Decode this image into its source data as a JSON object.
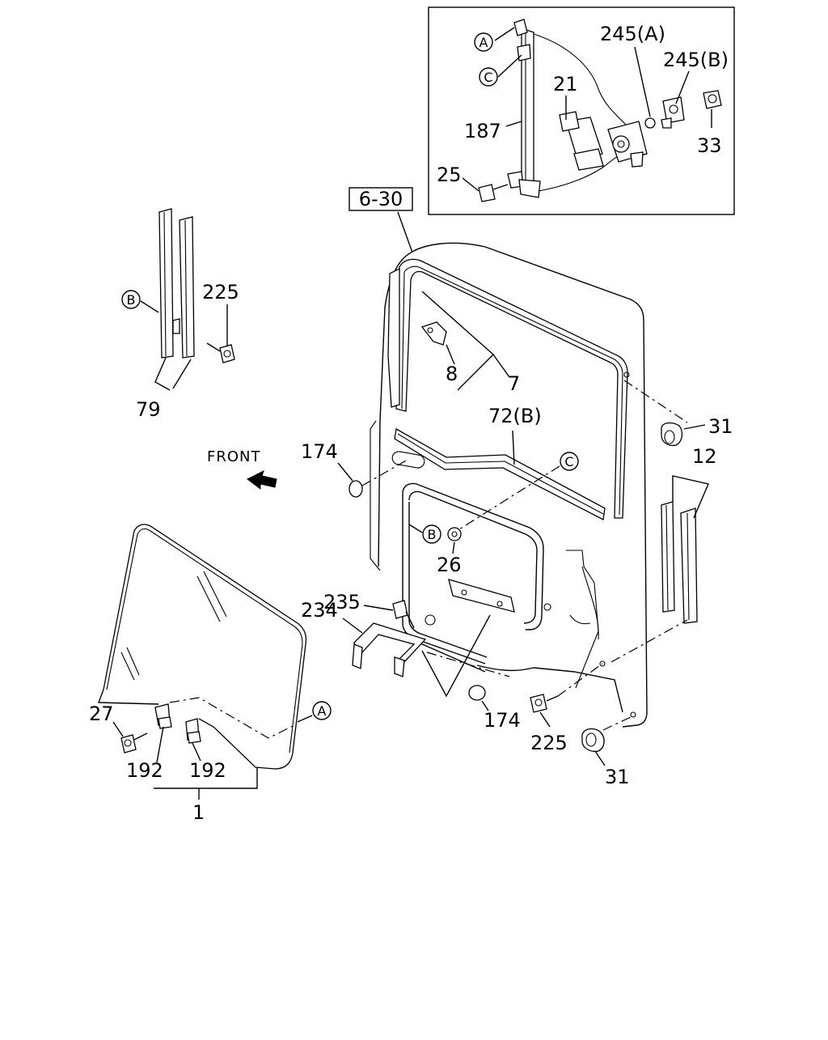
{
  "diagram": {
    "reference_box": "6-30",
    "front_label": "FRONT",
    "callouts": {
      "c_a_inset": "A",
      "c_c_inset": "C",
      "p245a": "245(A)",
      "p245b": "245(B)",
      "p21": "21",
      "p187": "187",
      "p33": "33",
      "p25": "25",
      "c_b_strip": "B",
      "p225_top": "225",
      "p79": "79",
      "p8": "8",
      "p7": "7",
      "p72b": "72(B)",
      "p31_top": "31",
      "p12": "12",
      "p174_left": "174",
      "c_c_door": "C",
      "c_b_door": "B",
      "p26": "26",
      "p235": "235",
      "p234": "234",
      "p174_bottom": "174",
      "p225_bottom": "225",
      "p31_bottom": "31",
      "p27": "27",
      "p192_left": "192",
      "p192_right": "192",
      "c_a_glass": "A",
      "p1": "1"
    }
  }
}
